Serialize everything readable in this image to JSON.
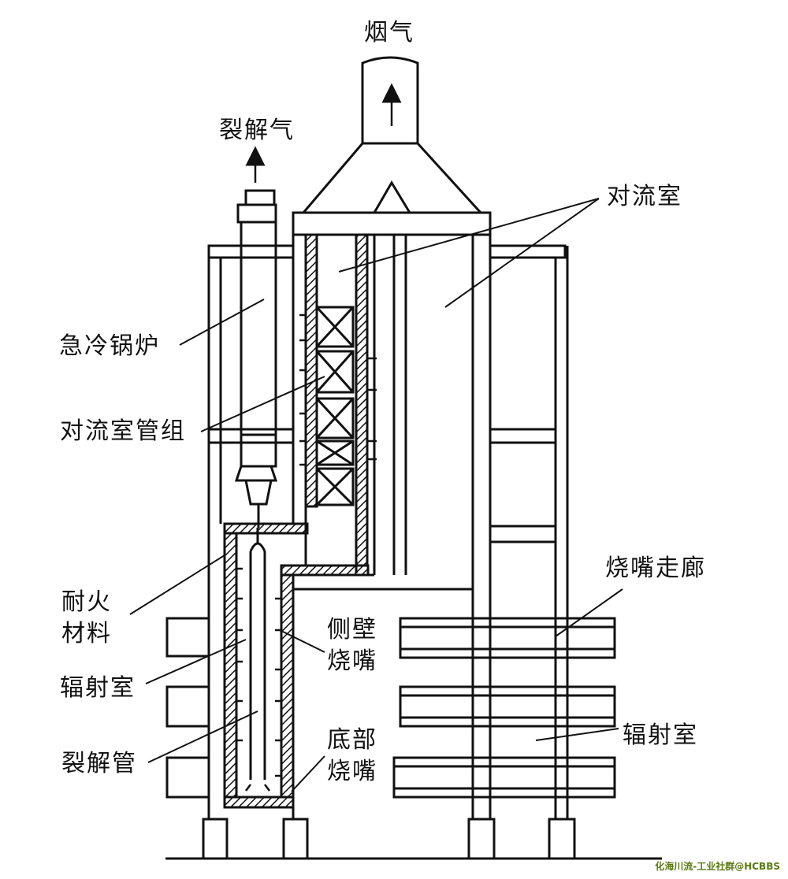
{
  "labels": {
    "flue_gas": "烟气",
    "cracked_gas": "裂解气",
    "convection_room": "对流室",
    "quench_boiler": "急冷锅炉",
    "convection_tube_bank": "对流室管组",
    "refractory_line1": "耐火",
    "refractory_line2": "材料",
    "radiant_room_left": "辐射室",
    "cracking_tube": "裂解管",
    "side_wall_line1": "侧壁",
    "side_wall_line2": "烧嘴",
    "bottom_line1": "底部",
    "bottom_line2": "烧嘴",
    "burner_corridor": "烧嘴走廊",
    "radiant_room_right": "辐射室"
  },
  "watermark": "化海川流-工业社群@HCBBS",
  "colors": {
    "ink": "#111111",
    "paper": "#ffffff",
    "watermark": "#5a7a10"
  }
}
